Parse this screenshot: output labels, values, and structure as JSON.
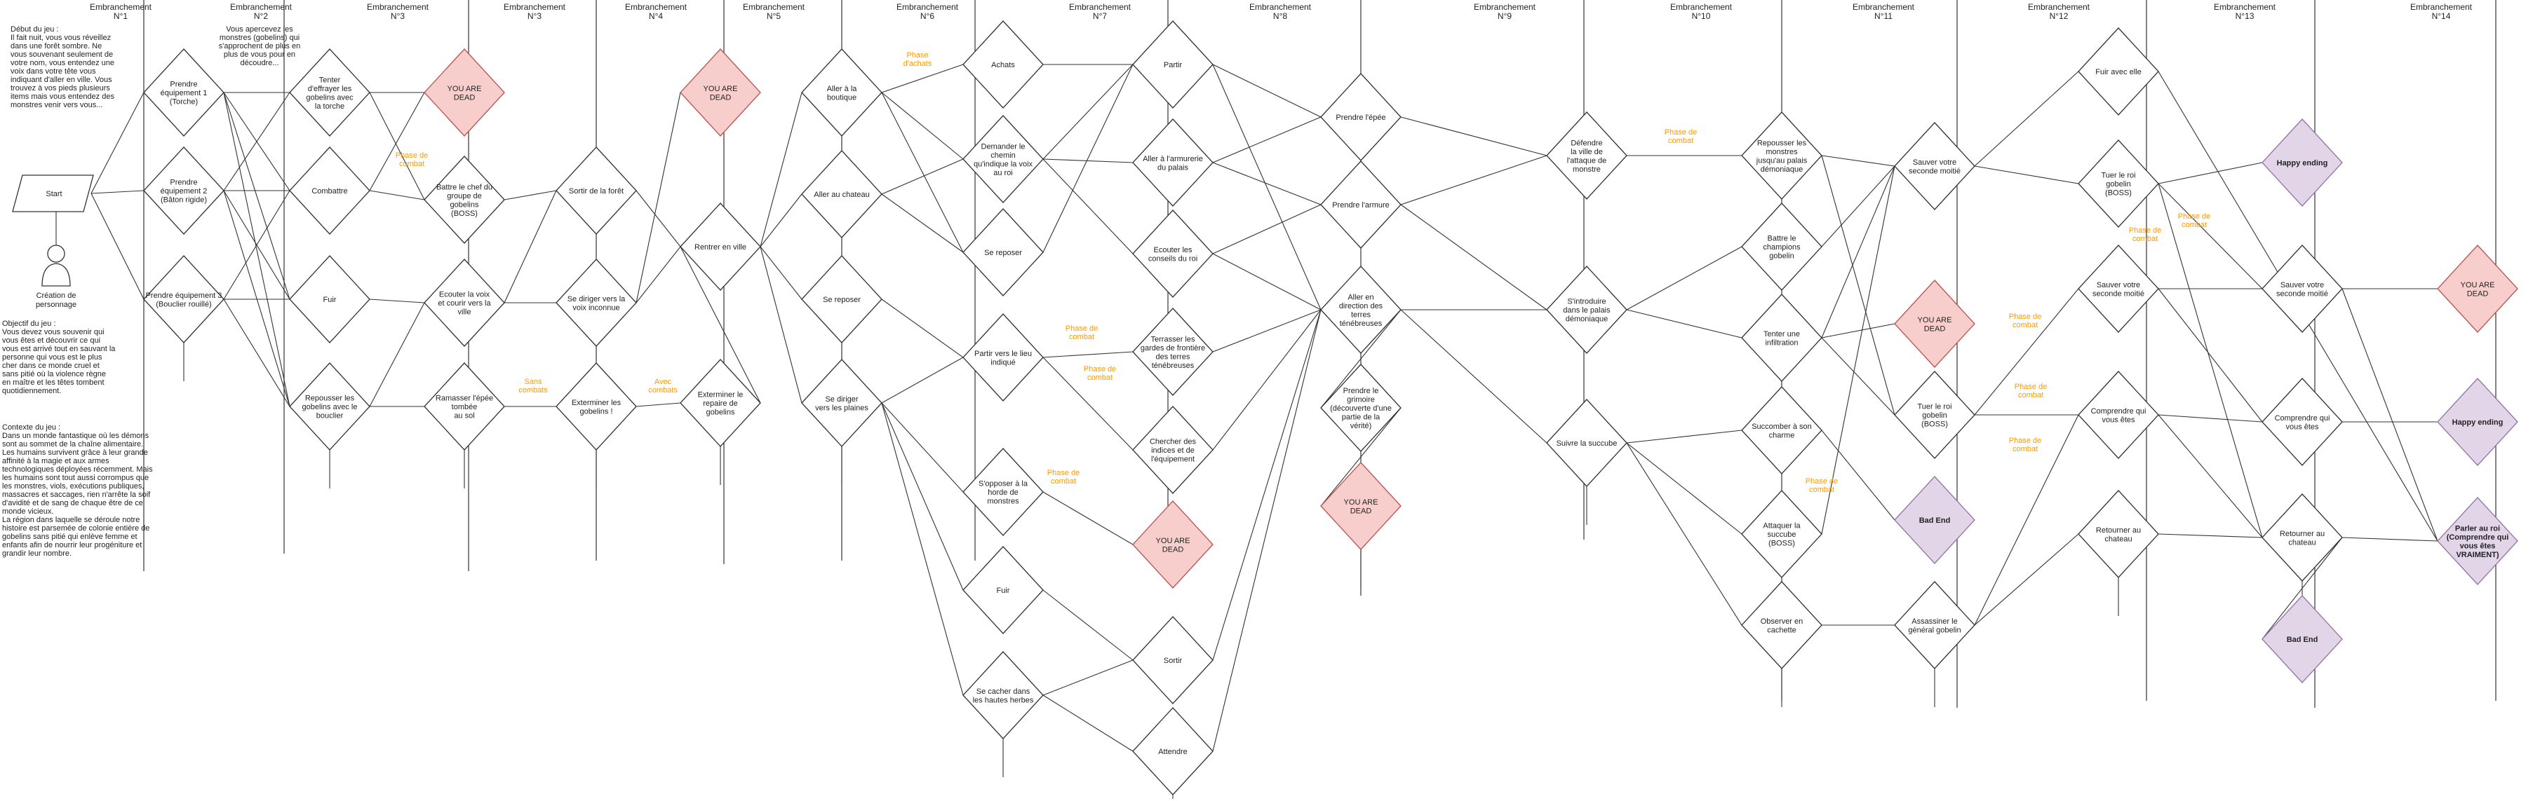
{
  "colors": {
    "line": "#333333",
    "dead_fill": "#f8cecc",
    "dead_stroke": "#b85450",
    "dead_text": "#e34a47",
    "end_fill": "#e1d5e7",
    "end_stroke": "#9673a6",
    "end_text": "#e34a47",
    "phase": "#ff9900"
  },
  "intro": {
    "start_label": "Start",
    "person_label": [
      "Création de",
      "personnage"
    ],
    "debut": [
      "Début du jeu :",
      "Il fait nuit, vous vous réveillez",
      "dans une forêt sombre. Ne",
      "vous souvenant seulement de",
      "votre nom, vous entendez une",
      "voix dans votre tête vous",
      "indiquant d'aller en ville. Vous",
      "trouvez à vos pieds plusieurs",
      "items mais vous entendez des",
      "monstres venir vers vous..."
    ],
    "objectif": [
      "Objectif du jeu :",
      "Vous devez vous souvenir qui",
      "vous êtes et découvrir ce qui",
      "vous est arrivé tout en sauvant la",
      "personne qui vous est le plus",
      "cher dans ce monde cruel et",
      "sans pitié où la violence règne",
      "en maître et les têtes tombent",
      "quotidiennement."
    ],
    "contexte": [
      "Contexte du jeu :",
      "Dans un monde fantastique où les démons",
      "sont au sommet de la chaîne alimentaire.",
      "Les humains survivent grâce à leur grande",
      "affinité à la magie et aux armes",
      "technologiques déployées récemment. Mais",
      "les humains sont tout aussi corrompus que",
      "les monstres, viols, exécutions publiques,",
      "massacres et saccages, rien n'arrête la soif",
      "d'avidité et de sang de chaque être de ce",
      "monde vicieux.",
      "La région dans laquelle se déroule notre",
      "histoire est parsemée de colonie entière de",
      "gobelins sans pitié qui enlève femme et",
      "enfants afin de nourrir leur progéniture et",
      "grandir leur nombre."
    ],
    "monstres": [
      "Vous apercevez les",
      "monstres (gobelins) qui",
      "s'approchent de plus en",
      "plus de vous pour en",
      "découdre..."
    ]
  },
  "branches": [
    [
      "Embranchement",
      "N°1"
    ],
    [
      "Embranchement",
      "N°2"
    ],
    [
      "Embranchement",
      "N°3"
    ],
    [
      "Embranchement",
      "N°3"
    ],
    [
      "Embranchement",
      "N°4"
    ],
    [
      "Embranchement",
      "N°5"
    ],
    [
      "Embranchement",
      "N°6"
    ],
    [
      "Embranchement",
      "N°7"
    ],
    [
      "Embranchement",
      "N°8"
    ],
    [
      "Embranchement",
      "N°9"
    ],
    [
      "Embranchement",
      "N°10"
    ],
    [
      "Embranchement",
      "N°11"
    ],
    [
      "Embranchement",
      "N°12"
    ],
    [
      "Embranchement",
      "N°13"
    ],
    [
      "Embranchement",
      "N°14"
    ]
  ],
  "nodes": [
    {
      "id": "pe1",
      "kind": "normal",
      "lines": [
        "Prendre",
        "équipement 1",
        "(Torche)"
      ]
    },
    {
      "id": "pe2",
      "kind": "normal",
      "lines": [
        "Prendre",
        "équipement 2",
        "(Bâton rigide)"
      ]
    },
    {
      "id": "pe3",
      "kind": "normal",
      "lines": [
        "Prendre équipement 3",
        "(Bouclier rouillé)"
      ]
    },
    {
      "id": "tenter",
      "kind": "normal",
      "lines": [
        "Tenter",
        "d'effrayer les",
        "gobelins avec",
        "la torche"
      ]
    },
    {
      "id": "combattre",
      "kind": "normal",
      "lines": [
        "Combattre"
      ]
    },
    {
      "id": "fuir1",
      "kind": "normal",
      "lines": [
        "Fuir"
      ]
    },
    {
      "id": "repousser1",
      "kind": "normal",
      "lines": [
        "Repousser les",
        "gobelins avec le",
        "bouclier"
      ]
    },
    {
      "id": "dead1",
      "kind": "dead",
      "lines": [
        "YOU ARE",
        "DEAD"
      ]
    },
    {
      "id": "battre_chef",
      "kind": "normal",
      "lines": [
        "Battre le chef du",
        "groupe de",
        "gobelins",
        "(BOSS)"
      ]
    },
    {
      "id": "ecouter_voix",
      "kind": "normal",
      "lines": [
        "Ecouter la voix",
        "et courir vers la",
        "ville"
      ]
    },
    {
      "id": "ramasser",
      "kind": "normal",
      "lines": [
        "Ramasser l'épée",
        "tombée",
        "au sol"
      ]
    },
    {
      "id": "sortir_foret",
      "kind": "normal",
      "lines": [
        "Sortir de la forêt"
      ]
    },
    {
      "id": "diriger_inconnue",
      "kind": "normal",
      "lines": [
        "Se diriger vers la",
        "voix inconnue"
      ]
    },
    {
      "id": "exterminer_gob",
      "kind": "normal",
      "lines": [
        "Exterminer les",
        "gobelins !"
      ]
    },
    {
      "id": "dead2",
      "kind": "dead",
      "lines": [
        "YOU ARE",
        "DEAD"
      ]
    },
    {
      "id": "rentrer_ville",
      "kind": "normal",
      "lines": [
        "Rentrer en ville"
      ]
    },
    {
      "id": "exterminer_repaire",
      "kind": "normal",
      "lines": [
        "Exterminer le",
        "repaire de",
        "gobelins"
      ]
    },
    {
      "id": "aller_boutique",
      "kind": "normal",
      "lines": [
        "Aller à la",
        "boutique"
      ]
    },
    {
      "id": "aller_chateau",
      "kind": "normal",
      "lines": [
        "Aller au chateau"
      ]
    },
    {
      "id": "se_reposer1",
      "kind": "normal",
      "lines": [
        "Se reposer"
      ]
    },
    {
      "id": "diriger_plaines",
      "kind": "normal",
      "lines": [
        "Se diriger",
        "vers les plaines"
      ]
    },
    {
      "id": "achats",
      "kind": "normal",
      "lines": [
        "Achats"
      ]
    },
    {
      "id": "demander_chemin",
      "kind": "normal",
      "lines": [
        "Demander le",
        "chemin",
        "qu'indique la voix",
        "au roi"
      ]
    },
    {
      "id": "se_reposer2",
      "kind": "normal",
      "lines": [
        "Se reposer"
      ]
    },
    {
      "id": "partir_lieu",
      "kind": "normal",
      "lines": [
        "Partir vers le lieu",
        "indiqué"
      ]
    },
    {
      "id": "opposer_horde",
      "kind": "normal",
      "lines": [
        "S'opposer à la",
        "horde de",
        "monstres"
      ]
    },
    {
      "id": "fuir2",
      "kind": "normal",
      "lines": [
        "Fuir"
      ]
    },
    {
      "id": "cacher",
      "kind": "normal",
      "lines": [
        "Se cacher dans",
        "les hautes herbes"
      ]
    },
    {
      "id": "partir",
      "kind": "normal",
      "lines": [
        "Partir"
      ]
    },
    {
      "id": "armurerie",
      "kind": "normal",
      "lines": [
        "Aller à l'armurerie",
        "du palais"
      ]
    },
    {
      "id": "conseils",
      "kind": "normal",
      "lines": [
        "Ecouter les",
        "conseils du roi"
      ]
    },
    {
      "id": "terrasser",
      "kind": "normal",
      "lines": [
        "Terrasser les",
        "gardes de frontière",
        "des terres",
        "ténébreuses"
      ]
    },
    {
      "id": "chercher_indices",
      "kind": "normal",
      "lines": [
        "Chercher des",
        "indices et de",
        "l'équipement"
      ]
    },
    {
      "id": "dead3",
      "kind": "dead",
      "lines": [
        "YOU ARE",
        "DEAD"
      ]
    },
    {
      "id": "sortir",
      "kind": "normal",
      "lines": [
        "Sortir"
      ]
    },
    {
      "id": "attendre",
      "kind": "normal",
      "lines": [
        "Attendre"
      ]
    },
    {
      "id": "prendre_epee",
      "kind": "normal",
      "lines": [
        "Prendre l'épée"
      ]
    },
    {
      "id": "prendre_armure",
      "kind": "normal",
      "lines": [
        "Prendre l'armure"
      ]
    },
    {
      "id": "aller_terres",
      "kind": "normal",
      "lines": [
        "Aller en",
        "direction des",
        "terres",
        "ténébreuses"
      ]
    },
    {
      "id": "grimoire",
      "kind": "normal",
      "lines": [
        "Prendre le",
        "grimoire",
        "(découverte d'une",
        "partie de la",
        "vérité)"
      ]
    },
    {
      "id": "dead4",
      "kind": "dead",
      "lines": [
        "YOU ARE",
        "DEAD"
      ]
    },
    {
      "id": "defendre_ville",
      "kind": "normal",
      "lines": [
        "Défendre",
        "la ville de",
        "l'attaque de",
        "monstre"
      ]
    },
    {
      "id": "introduire_palais",
      "kind": "normal",
      "lines": [
        "S'introduire",
        "dans le palais",
        "démoniaque"
      ]
    },
    {
      "id": "suivre_succube",
      "kind": "normal",
      "lines": [
        "Suivre la succube"
      ]
    },
    {
      "id": "repousser_monstres",
      "kind": "normal",
      "lines": [
        "Repousser les",
        "monstres",
        "jusqu'au palais",
        "démoniaque"
      ]
    },
    {
      "id": "battre_champions",
      "kind": "normal",
      "lines": [
        "Battre le",
        "champions",
        "gobelin"
      ]
    },
    {
      "id": "infiltration",
      "kind": "normal",
      "lines": [
        "Tenter une",
        "infiltration"
      ]
    },
    {
      "id": "succomber",
      "kind": "normal",
      "lines": [
        "Succomber à son",
        "charme"
      ]
    },
    {
      "id": "attaquer_succube",
      "kind": "normal",
      "lines": [
        "Attaquer la",
        "succube",
        "(BOSS)"
      ]
    },
    {
      "id": "observer",
      "kind": "normal",
      "lines": [
        "Observer en",
        "cachette"
      ]
    },
    {
      "id": "sauver1",
      "kind": "normal",
      "lines": [
        "Sauver votre",
        "seconde moitié"
      ]
    },
    {
      "id": "dead5",
      "kind": "dead",
      "lines": [
        "YOU ARE",
        "DEAD"
      ]
    },
    {
      "id": "tuer_roi1",
      "kind": "normal",
      "lines": [
        "Tuer le roi",
        "gobelin",
        "(BOSS)"
      ]
    },
    {
      "id": "bad_end1",
      "kind": "end",
      "lines": [
        "Bad End"
      ]
    },
    {
      "id": "assassiner",
      "kind": "normal",
      "lines": [
        "Assassiner le",
        "général gobelin"
      ]
    },
    {
      "id": "fuir_elle",
      "kind": "normal",
      "lines": [
        "Fuir avec elle"
      ]
    },
    {
      "id": "tuer_roi2",
      "kind": "normal",
      "lines": [
        "Tuer le roi",
        "gobelin",
        "(BOSS)"
      ]
    },
    {
      "id": "sauver2",
      "kind": "normal",
      "lines": [
        "Sauver votre",
        "seconde moitié"
      ]
    },
    {
      "id": "comprendre1",
      "kind": "normal",
      "lines": [
        "Comprendre qui",
        "vous êtes"
      ]
    },
    {
      "id": "retourner1",
      "kind": "normal",
      "lines": [
        "Retourner au",
        "chateau"
      ]
    },
    {
      "id": "happy1",
      "kind": "end",
      "lines": [
        "Happy ending"
      ]
    },
    {
      "id": "sauver3",
      "kind": "normal",
      "lines": [
        "Sauver votre",
        "seconde moitié"
      ]
    },
    {
      "id": "comprendre2",
      "kind": "normal",
      "lines": [
        "Comprendre qui",
        "vous êtes"
      ]
    },
    {
      "id": "retourner2",
      "kind": "normal",
      "lines": [
        "Retourner au",
        "chateau"
      ]
    },
    {
      "id": "bad_end2",
      "kind": "end",
      "lines": [
        "Bad End"
      ]
    },
    {
      "id": "dead6",
      "kind": "dead",
      "lines": [
        "YOU ARE",
        "DEAD"
      ]
    },
    {
      "id": "happy2",
      "kind": "end",
      "lines": [
        "Happy ending"
      ]
    },
    {
      "id": "parler_roi",
      "kind": "end",
      "lines": [
        "Parler au roi",
        "(Comprendre qui",
        "vous êtes",
        "VRAIMENT)"
      ]
    }
  ],
  "phases": [
    [
      "Phase de",
      "combat"
    ],
    [
      "Sans",
      "combats"
    ],
    [
      "Avec",
      "combats"
    ],
    [
      "Phase",
      "d'achats"
    ],
    [
      "Phase de",
      "combat"
    ],
    [
      "Phase de",
      "combat"
    ],
    [
      "Phase de",
      "combat"
    ],
    [
      "Phase de",
      "combat"
    ],
    [
      "Phase de",
      "combat"
    ],
    [
      "Phase de",
      "combat"
    ],
    [
      "Phase de",
      "combat"
    ],
    [
      "Phase de",
      "combat"
    ],
    [
      "Phase de",
      "combat"
    ],
    [
      "Phase de",
      "combat"
    ]
  ]
}
